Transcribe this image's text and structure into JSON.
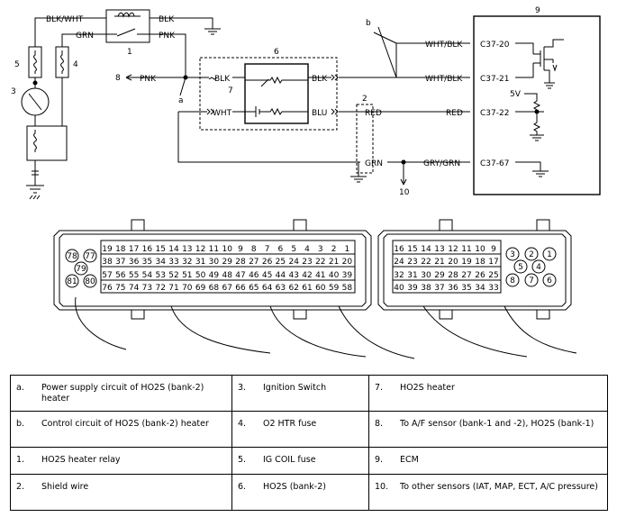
{
  "diagram": {
    "wires": {
      "blk_wht": "BLK/WHT",
      "grn": "GRN",
      "blk": "BLK",
      "pnk": "PNK",
      "wht": "WHT",
      "blu": "BLU",
      "red": "RED",
      "wht_blk": "WHT/BLK",
      "gry_grn": "GRY/GRN"
    },
    "terminals": {
      "c37_20": "C37-20",
      "c37_21": "C37-21",
      "c37_22": "C37-22",
      "c37_67": "C37-67"
    },
    "voltage": "5V",
    "callouts": {
      "n1": "1",
      "n2": "2",
      "n3": "3",
      "n4": "4",
      "n5": "5",
      "n6": "6",
      "n7": "7",
      "n8": "8",
      "n9": "9",
      "n10": "10",
      "a": "a",
      "b": "b"
    }
  },
  "connector_left": {
    "row1": [
      "19",
      "18",
      "17",
      "16",
      "15",
      "14",
      "13",
      "12",
      "11",
      "10",
      "9",
      "8",
      "7",
      "6",
      "5",
      "4",
      "3",
      "2",
      "1"
    ],
    "row2": [
      "38",
      "37",
      "36",
      "35",
      "34",
      "33",
      "32",
      "31",
      "30",
      "29",
      "28",
      "27",
      "26",
      "25",
      "24",
      "23",
      "22",
      "21",
      "20"
    ],
    "row3": [
      "57",
      "56",
      "55",
      "54",
      "53",
      "52",
      "51",
      "50",
      "49",
      "48",
      "47",
      "46",
      "45",
      "44",
      "43",
      "42",
      "41",
      "40",
      "39"
    ],
    "row4": [
      "76",
      "75",
      "74",
      "73",
      "72",
      "71",
      "70",
      "69",
      "68",
      "67",
      "66",
      "65",
      "64",
      "63",
      "62",
      "61",
      "60",
      "59",
      "58"
    ],
    "circles": [
      "78",
      "77",
      "79",
      "81",
      "80"
    ]
  },
  "connector_right": {
    "row1": [
      "16",
      "15",
      "14",
      "13",
      "12",
      "11",
      "10",
      "9"
    ],
    "row2": [
      "24",
      "23",
      "22",
      "21",
      "20",
      "19",
      "18",
      "17"
    ],
    "row3": [
      "32",
      "31",
      "30",
      "29",
      "28",
      "27",
      "26",
      "25"
    ],
    "row4": [
      "40",
      "39",
      "38",
      "37",
      "36",
      "35",
      "34",
      "33"
    ],
    "circles": [
      "3",
      "2",
      "1",
      "5",
      "4",
      "8",
      "7",
      "6"
    ]
  },
  "legend": [
    [
      {
        "key": "a.",
        "text": "Power supply circuit of HO2S (bank-2) heater"
      },
      {
        "key": "3.",
        "text": "Ignition Switch"
      },
      {
        "key": "7.",
        "text": "HO2S heater"
      }
    ],
    [
      {
        "key": "b.",
        "text": "Control circuit of HO2S (bank-2) heater"
      },
      {
        "key": "4.",
        "text": "O2 HTR fuse"
      },
      {
        "key": "8.",
        "text": "To A/F sensor (bank-1 and -2), HO2S (bank-1)"
      }
    ],
    [
      {
        "key": "1.",
        "text": "HO2S heater relay"
      },
      {
        "key": "5.",
        "text": "IG COIL fuse"
      },
      {
        "key": "9.",
        "text": "ECM"
      }
    ],
    [
      {
        "key": "2.",
        "text": "Shield wire"
      },
      {
        "key": "6.",
        "text": "HO2S (bank-2)"
      },
      {
        "key": "10.",
        "text": "To other sensors (IAT, MAP, ECT, A/C pressure)"
      }
    ]
  ]
}
